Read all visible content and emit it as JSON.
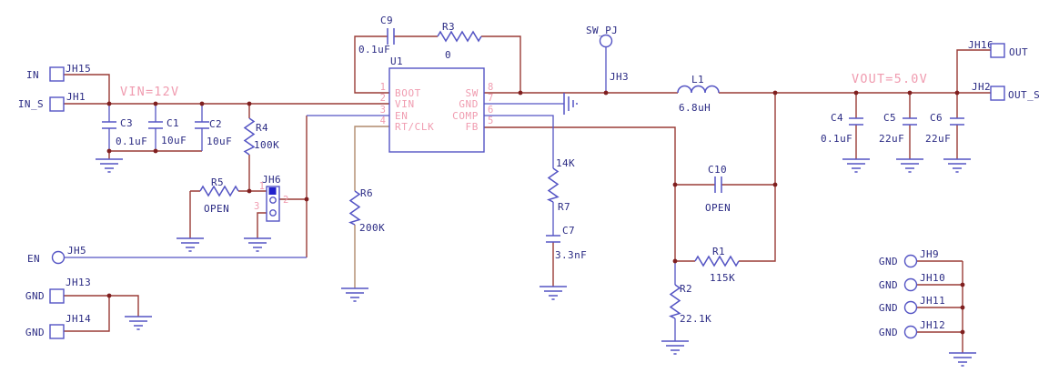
{
  "colors": {
    "wire": "#9a3c36",
    "wire_alt": "#b18a6d",
    "symbol": "#5454c4",
    "text": "#2b2b84",
    "pink": "#f09cb0",
    "dot": "#7f1f1f",
    "jumper_fill": "#2222cc"
  },
  "nets": {
    "vin": "VIN=12V",
    "vout": "VOUT=5.0V",
    "sw_probe": "SW_PJ"
  },
  "ic": {
    "ref": "U1",
    "pins_left": [
      {
        "num": "1",
        "name": "BOOT"
      },
      {
        "num": "2",
        "name": "VIN"
      },
      {
        "num": "3",
        "name": "EN"
      },
      {
        "num": "4",
        "name": "RT/CLK"
      }
    ],
    "pins_right": [
      {
        "num": "8",
        "name": "SW"
      },
      {
        "num": "7",
        "name": "GND"
      },
      {
        "num": "6",
        "name": "COMP"
      },
      {
        "num": "5",
        "name": "FB"
      }
    ]
  },
  "connectors": {
    "jh15": {
      "label": "IN",
      "ref": "JH15"
    },
    "jh1": {
      "label": "IN_S",
      "ref": "JH1"
    },
    "jh5": {
      "label": "EN",
      "ref": "JH5"
    },
    "jh13": {
      "label": "GND",
      "ref": "JH13"
    },
    "jh14": {
      "label": "GND",
      "ref": "JH14"
    },
    "jh3": {
      "ref": "JH3"
    },
    "jh16": {
      "label": "OUT",
      "ref": "JH16"
    },
    "jh2": {
      "label": "OUT_S",
      "ref": "JH2"
    },
    "jh6": {
      "ref": "JH6",
      "pins": [
        "1",
        "2",
        "3"
      ]
    },
    "gnd_headers": [
      {
        "label": "GND",
        "ref": "JH9"
      },
      {
        "label": "GND",
        "ref": "JH10"
      },
      {
        "label": "GND",
        "ref": "JH11"
      },
      {
        "label": "GND",
        "ref": "JH12"
      }
    ]
  },
  "components": {
    "c1": {
      "ref": "C1",
      "value": "10uF"
    },
    "c2": {
      "ref": "C2",
      "value": "10uF"
    },
    "c3": {
      "ref": "C3",
      "value": "0.1uF"
    },
    "c4": {
      "ref": "C4",
      "value": "0.1uF"
    },
    "c5": {
      "ref": "C5",
      "value": "22uF"
    },
    "c6": {
      "ref": "C6",
      "value": "22uF"
    },
    "c7": {
      "ref": "C7",
      "value": "3.3nF"
    },
    "c9": {
      "ref": "C9",
      "value": "0.1uF"
    },
    "c10": {
      "ref": "C10",
      "value": "OPEN"
    },
    "r1": {
      "ref": "R1",
      "value": "115K"
    },
    "r2": {
      "ref": "R2",
      "value": "22.1K"
    },
    "r3": {
      "ref": "R3",
      "value": "0"
    },
    "r4": {
      "ref": "R4",
      "value": "100K"
    },
    "r5": {
      "ref": "R5",
      "value": "OPEN"
    },
    "r6": {
      "ref": "R6",
      "value": "200K"
    },
    "r7": {
      "ref": "R7",
      "value": "14K"
    },
    "l1": {
      "ref": "L1",
      "value": "6.8uH"
    }
  }
}
